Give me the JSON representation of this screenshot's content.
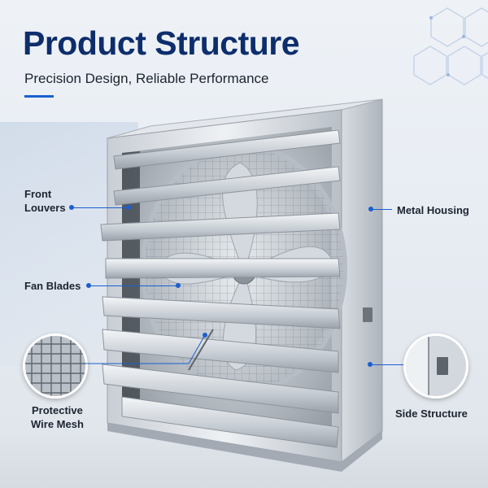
{
  "header": {
    "title": "Product Structure",
    "subtitle": "Precision Design, Reliable Performance"
  },
  "callouts": {
    "front_louvers": [
      "Front",
      "Louvers"
    ],
    "fan_blades": "Fan Blades",
    "metal_housing": "Metal Housing",
    "protective_wire_mesh": [
      "Protective",
      "Wire Mesh"
    ],
    "side_structure": "Side Structure"
  },
  "colors": {
    "title": "#0d2d6c",
    "accent": "#1a5fd0",
    "text": "#1c2430"
  },
  "icons": [
    "fan-illustration",
    "wire-mesh-inset",
    "side-structure-inset",
    "hexagon-decoration"
  ]
}
